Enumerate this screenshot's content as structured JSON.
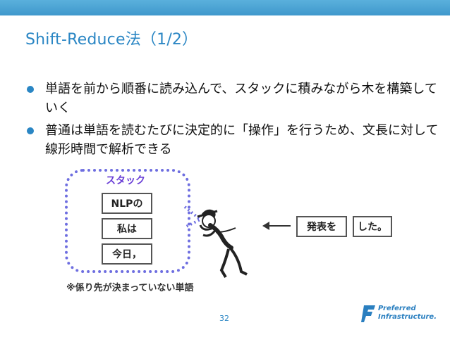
{
  "slide": {
    "title": "Shift-Reduce法（1/2）",
    "bullets": [
      "単語を前から順番に読み込んで、スタックに積みながら木を構築していく",
      "普通は単語を読むたびに決定的に「操作」を行うため、文長に対して線形時間で解析できる"
    ],
    "figure": {
      "stack_label": "スタック",
      "stack_items": [
        "NLPの",
        "私は",
        "今日，"
      ],
      "queue_items": [
        "発表を",
        "した。"
      ],
      "note": "※係り先が決まっていない単語"
    },
    "page_number": "32",
    "logo": {
      "line1": "Preferred",
      "line2": "Infrastructure."
    },
    "colors": {
      "accent": "#2a86c4",
      "topbar": "#4aa6d8",
      "bubble": "#6e6ee0",
      "stack_label": "#6a3fd6"
    }
  }
}
